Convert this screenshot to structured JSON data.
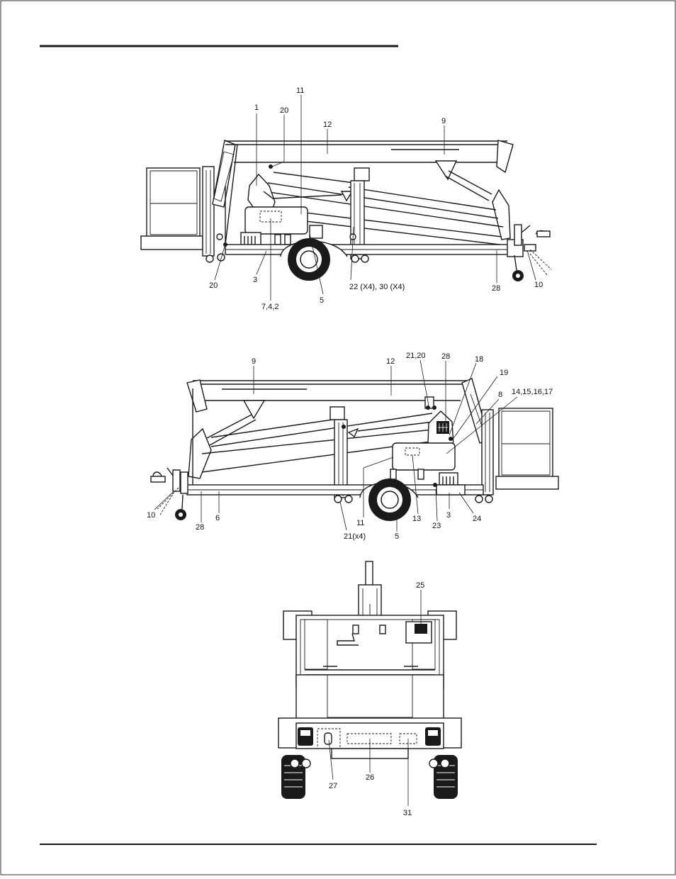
{
  "side_view_left": {
    "callouts": [
      "1",
      "20",
      "11",
      "12",
      "9",
      "20",
      "3",
      "7,4,2",
      "5",
      "22 (X4), 30 (X4)",
      "28",
      "10"
    ]
  },
  "side_view_right": {
    "callouts": [
      "9",
      "12",
      "21,20",
      "28",
      "18",
      "19",
      "8",
      "14,15,16,17",
      "10",
      "28",
      "6",
      "11",
      "21(x4)",
      "5",
      "13",
      "23",
      "3",
      "24"
    ]
  },
  "rear_view": {
    "callouts": [
      "25",
      "27",
      "26",
      "31"
    ]
  }
}
